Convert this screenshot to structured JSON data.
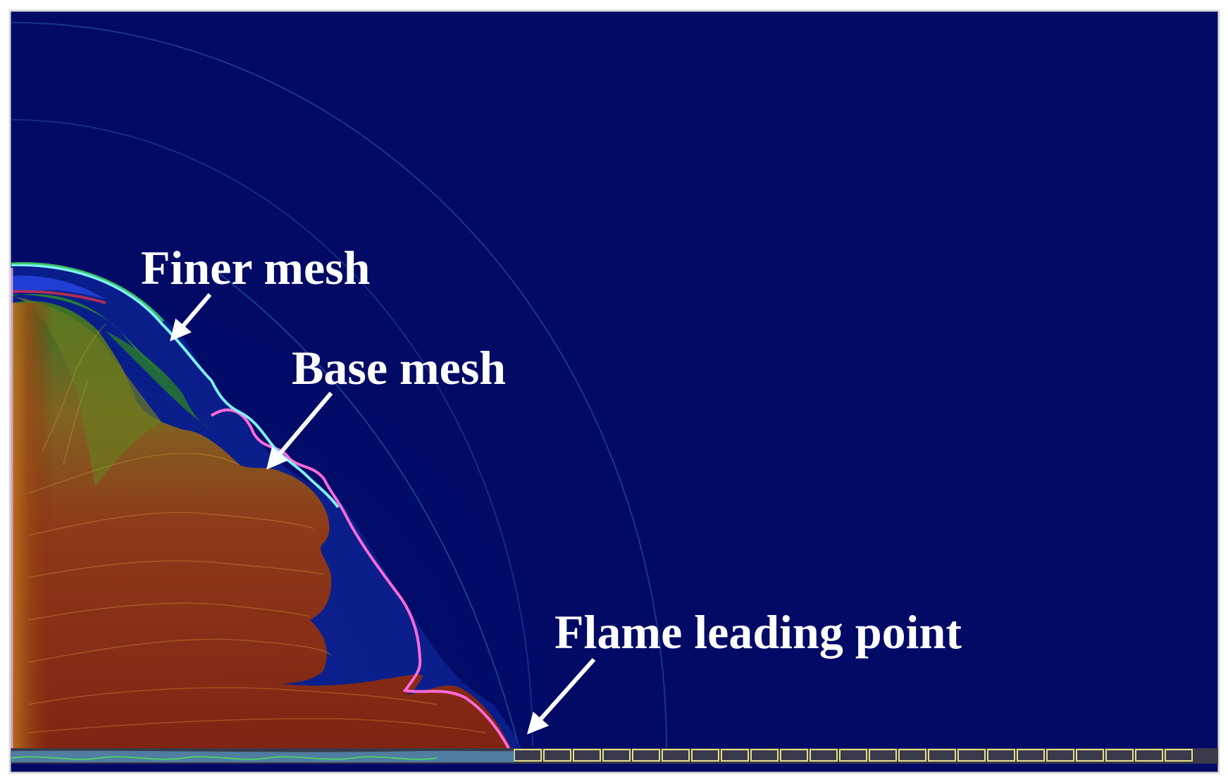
{
  "annotations": {
    "finer_mesh": "Finer mesh",
    "base_mesh": "Base mesh",
    "flame_leading_point": "Flame leading point"
  },
  "colors": {
    "background_domain": "#020a66",
    "frame": "#dcdcdc",
    "burnt_region": "#8a2a0c",
    "burnt_region_light": "#b86a1a",
    "green_band": "#3a8a1e",
    "blue_band": "#2240d8",
    "finer_front_cyan": "#7ef0ff",
    "base_front_magenta": "#ff6ad8",
    "wall_yellow": "#e6e08a",
    "label_text": "#ffffff"
  }
}
